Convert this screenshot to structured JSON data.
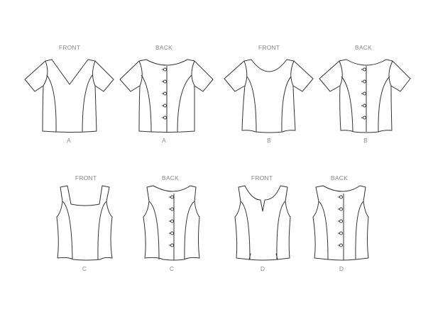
{
  "views": [
    {
      "id": "A-front",
      "view_label": "FRONT",
      "variant_label": "A"
    },
    {
      "id": "A-back",
      "view_label": "BACK",
      "variant_label": "A"
    },
    {
      "id": "B-front",
      "view_label": "FRONT",
      "variant_label": "B"
    },
    {
      "id": "B-back",
      "view_label": "BACK",
      "variant_label": "B"
    },
    {
      "id": "C-front",
      "view_label": "FRONT",
      "variant_label": "C"
    },
    {
      "id": "C-back",
      "view_label": "BACK",
      "variant_label": "C"
    },
    {
      "id": "D-front",
      "view_label": "FRONT",
      "variant_label": "D"
    },
    {
      "id": "D-back",
      "view_label": "BACK",
      "variant_label": "D"
    }
  ]
}
